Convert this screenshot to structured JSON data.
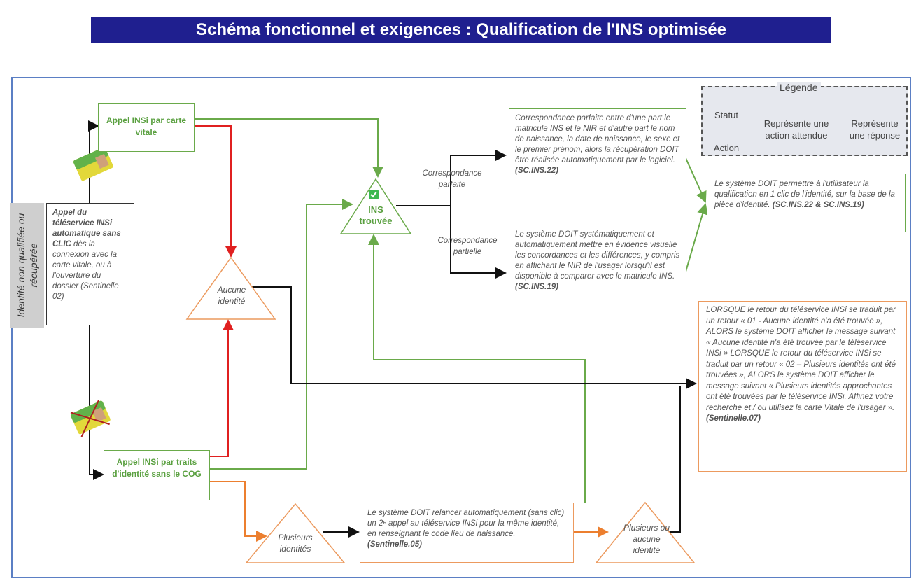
{
  "title": "Schéma fonctionnel et exigences : Qualification de l'INS optimisée",
  "side_label": "Identité non qualifiée ou récupérée",
  "nodes": {
    "appel_carte": "Appel INSi par carte vitale",
    "appel_traits": "Appel INSi par traits d'identité sans le COG",
    "teleservice": {
      "bold": "Appel du téléservice INSi automatique sans CLIC",
      "rest": "dès la connexion avec la carte vitale, ou à l'ouverture du dossier (Sentinelle 02)"
    },
    "ins_trouvee": "INS trouvée",
    "aucune_identite": "Aucune identité",
    "plusieurs_identites": "Plusieurs identités",
    "plusieurs_ou_aucune": "Plusieurs ou aucune identité"
  },
  "edge_labels": {
    "parfaite": "Correspondance parfaite",
    "partielle": "Correspondance partielle"
  },
  "requirements": {
    "parfaite": {
      "text": "Correspondance parfaite entre d'une part le matricule INS et le NIR et d'autre part le nom de naissance, la date de naissance, le sexe et le premier prénom, alors la récupération DOIT être réalisée automatiquement par le logiciel.",
      "ref": "(SC.INS.22)"
    },
    "partielle": {
      "text": "Le système DOIT systématiquement et automatiquement mettre en évidence visuelle les concordances et les différences, y compris en affichant le NIR de l'usager lorsqu'il est disponible à comparer avec le matricule INS.",
      "ref": "(SC.INS.19)"
    },
    "qualification": {
      "text": "Le système DOIT permettre à l'utilisateur la qualification en 1 clic de l'identité, sur la base de la pièce d'identité.",
      "ref": "(SC.INS.22 & SC.INS.19)"
    },
    "messages": {
      "text": "LORSQUE le retour du téléservice INSi se traduit par un retour « 01 - Aucune identité n'a été trouvée », ALORS le système DOIT afficher le message suivant « Aucune identité n'a été trouvée par le téléservice INSi » LORSQUE le retour du téléservice INSi se traduit par un retour « 02 – Plusieurs identités ont été trouvées », ALORS le système DOIT afficher le message suivant « Plusieurs identités approchantes ont été trouvées par le téléservice INSi. Affinez votre recherche et / ou utilisez la carte Vitale de l'usager ».",
      "ref": "(Sentinelle.07)"
    },
    "relance": {
      "text": "Le système DOIT relancer automatiquement (sans clic) un 2ᵉ appel au téléservice INSi pour la même identité, en renseignant le code lieu de naissance.",
      "ref": "(Sentinelle.05)"
    }
  },
  "legend": {
    "title": "Légende",
    "statut": "Statut",
    "action": "Action",
    "attendue": "Représente une action attendue",
    "reponse": "Représente une réponse",
    "colors": {
      "green": "#6aaa4a",
      "orange": "#ec7f2f",
      "red": "#e02020",
      "black": "#111111"
    }
  }
}
